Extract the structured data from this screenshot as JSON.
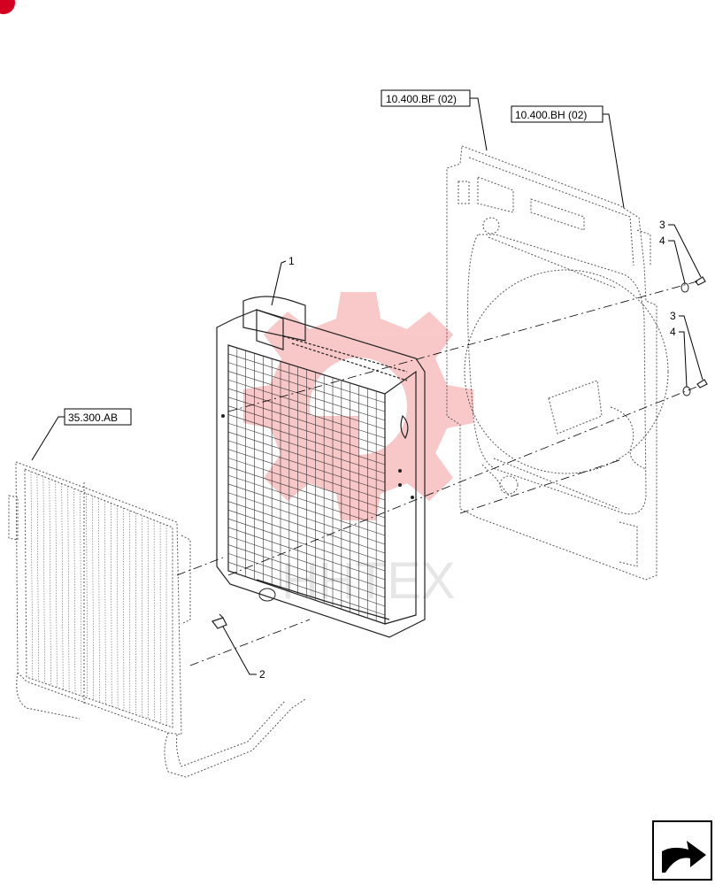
{
  "references": {
    "frame_top_left": "10.400.BF (02)",
    "frame_top_right": "10.400.BH (02)",
    "cooler": "35.300.AB"
  },
  "callouts": {
    "radiator": "1",
    "drain_valve": "2",
    "bolt_upper": "3",
    "washer_upper": "4",
    "bolt_lower": "3",
    "washer_lower": "4"
  },
  "watermark": {
    "text": "HHTEX",
    "color": "#e83a3a"
  },
  "colors": {
    "line": "#000000",
    "watermark_gear": "#e83a3a",
    "corner_badge": "#d40022"
  },
  "nav_icon": "next-page-arrow-icon"
}
